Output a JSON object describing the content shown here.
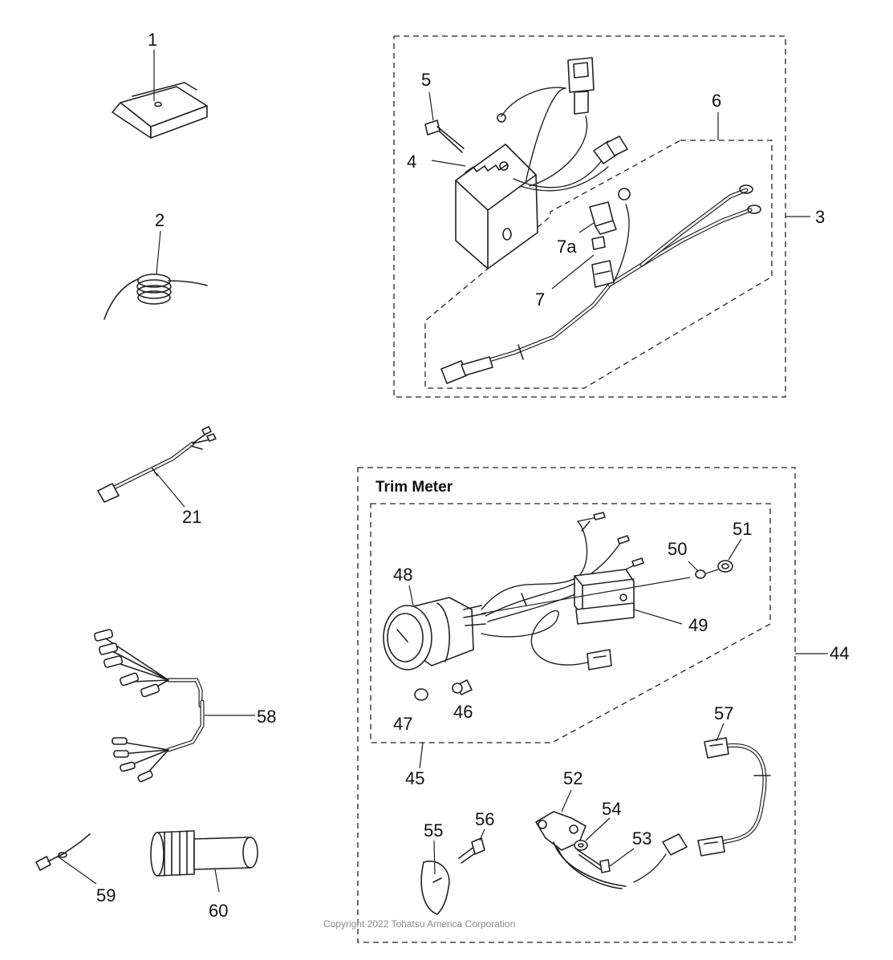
{
  "labels": {
    "p1": "1",
    "p2": "2",
    "p3": "3",
    "p4": "4",
    "p5": "5",
    "p6": "6",
    "p7": "7",
    "p7a": "7a",
    "p21": "21",
    "p44": "44",
    "p45": "45",
    "p46": "46",
    "p47": "47",
    "p48": "48",
    "p49": "49",
    "p50": "50",
    "p51": "51",
    "p52": "52",
    "p53": "53",
    "p54": "54",
    "p55": "55",
    "p56": "56",
    "p57": "57",
    "p58": "58",
    "p59": "59",
    "p60": "60"
  },
  "group_title": "Trim Meter",
  "copyright": "Copyright 2022 Tohatsu America Corporation"
}
